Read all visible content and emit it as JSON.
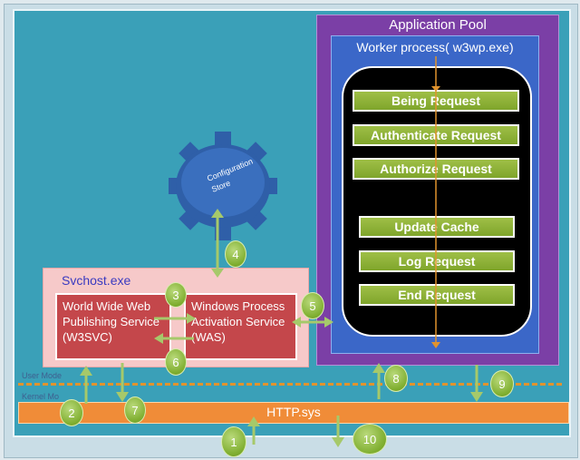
{
  "app_pool": {
    "title": "Application Pool"
  },
  "worker_process": {
    "title": "Worker process( w3wp.exe)"
  },
  "pipeline_steps": [
    "Being Request",
    "Authenticate Request",
    "Authorize Request",
    "Update Cache",
    "Log Request",
    "End Request"
  ],
  "config_store": {
    "label_line1": "Configuration",
    "label_line2": "Store"
  },
  "svchost": {
    "title": "Svchost.exe",
    "w3svc_line1": "World Wide Web",
    "w3svc_line2": "Publishing Service",
    "w3svc_line3": "(W3SVC)",
    "was_line1": "Windows Process",
    "was_line2": "Activation Service",
    "was_line3": "(WAS)"
  },
  "modes": {
    "user": "User Mode",
    "kernel": "Kernel Mo"
  },
  "http": {
    "label": "HTTP.sys"
  },
  "steps": [
    "1",
    "2",
    "3",
    "4",
    "5",
    "6",
    "7",
    "8",
    "9",
    "10"
  ],
  "colors": {
    "canvas": "#3aa0b8",
    "app_pool": "#7b3fa6",
    "worker": "#3b67c8",
    "step_green": "#8cb23a",
    "svchost": "#f6c9c9",
    "service_red": "#c4474b",
    "http_orange": "#f08c38",
    "arrow_orange": "#e0932e",
    "arrow_green": "#a6c96a",
    "gear_blue": "#2f5fa8"
  }
}
